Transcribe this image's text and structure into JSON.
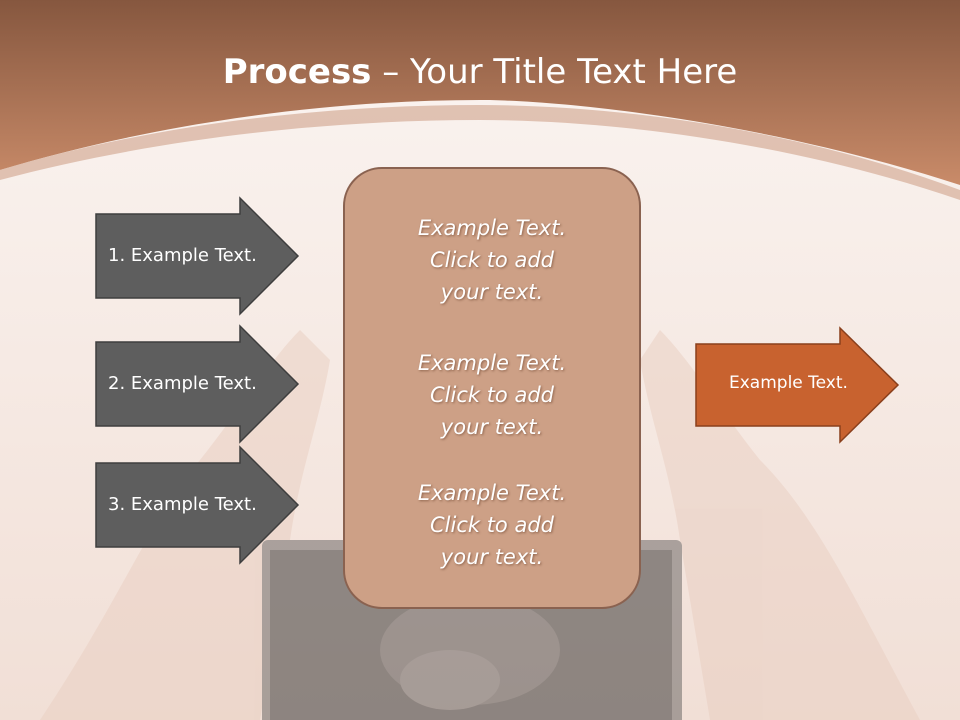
{
  "slide": {
    "title_bold": "Process",
    "title_rest": " – Your Title Text Here",
    "left_arrows": [
      {
        "label": "1. Example Text."
      },
      {
        "label": "2. Example Text."
      },
      {
        "label": "3. Example Text."
      }
    ],
    "center_blocks": [
      {
        "line1": "Example Text.",
        "line2": "Click  to add",
        "line3": "your text."
      },
      {
        "line1": "Example Text.",
        "line2": "Click  to add",
        "line3": "your text."
      },
      {
        "line1": "Example Text.",
        "line2": "Click  to add",
        "line3": "your text."
      }
    ],
    "right_arrow": {
      "label": "Example Text."
    }
  },
  "colors": {
    "header_top": "#8a5a43",
    "header_bottom": "#c88a68",
    "arrow_gray": "#5e5e5e",
    "center_box": "#cda086",
    "center_border": "#8a6250",
    "right_arrow": "#c8622f"
  }
}
